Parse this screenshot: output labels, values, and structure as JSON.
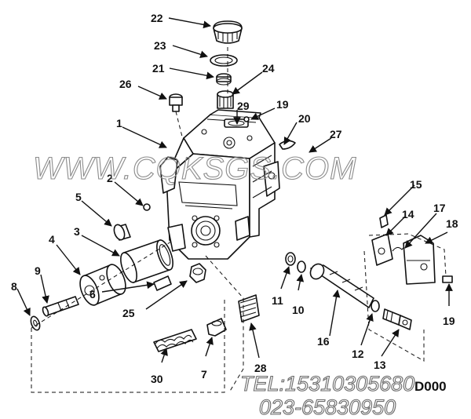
{
  "callouts": {
    "c1": "1",
    "c2": "2",
    "c3": "3",
    "c4": "4",
    "c5": "5",
    "c6": "6",
    "c7": "7",
    "c8": "8",
    "c9": "9",
    "c10": "10",
    "c11": "11",
    "c12": "12",
    "c13": "13",
    "c14": "14",
    "c15": "15",
    "c16": "16",
    "c17": "17",
    "c18": "18",
    "c19a": "19",
    "c19b": "19",
    "c20": "20",
    "c21": "21",
    "c22": "22",
    "c23": "23",
    "c24": "24",
    "c25": "25",
    "c26": "26",
    "c27": "27",
    "c28": "28",
    "c29": "29",
    "c30": "30"
  },
  "watermark": {
    "site": "WWW.CQKSGS.COM",
    "phone": "TEL:15310305680",
    "phone2": "023-65830950",
    "code": "D000"
  }
}
